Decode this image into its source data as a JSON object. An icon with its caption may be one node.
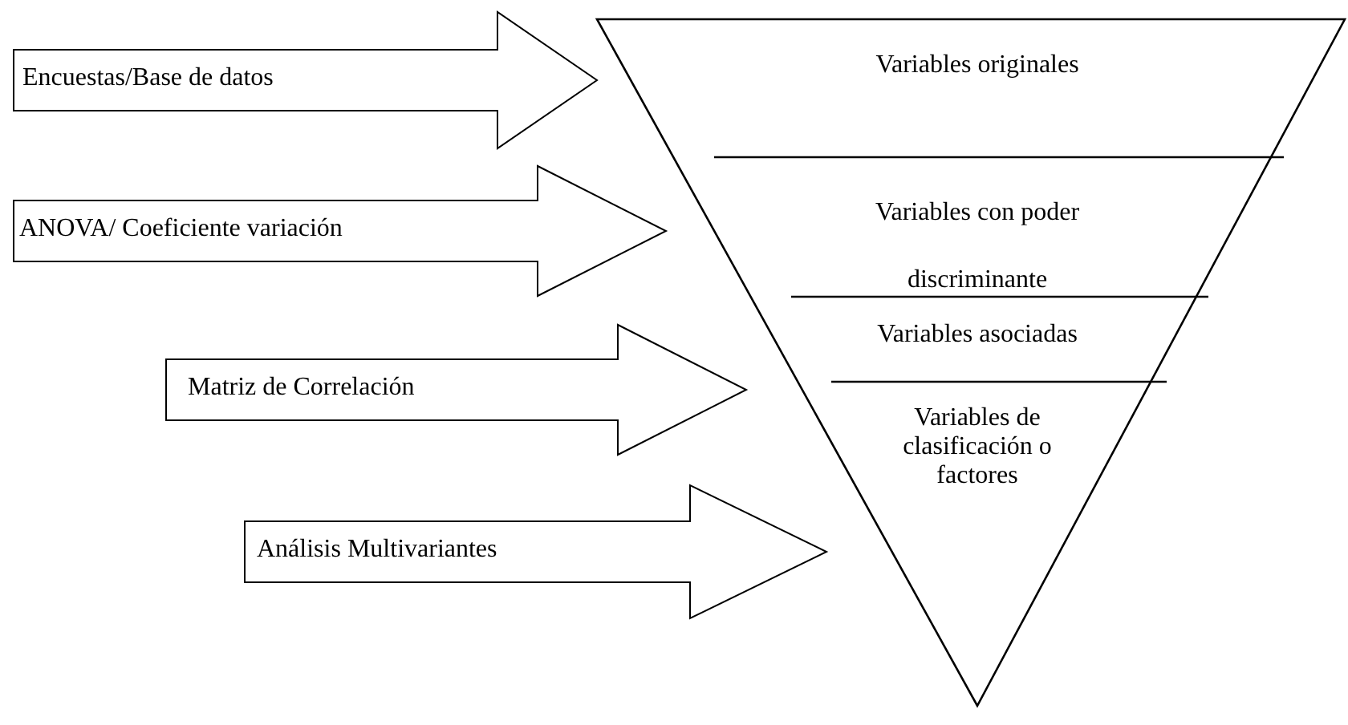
{
  "diagram": {
    "nodes": [
      {
        "text": [
          "Encuestas/Base de datos"
        ]
      },
      {
        "text": [
          "ANOVA/ Coeficiente variación"
        ]
      },
      {
        "text": [
          "Matriz de Correlación"
        ]
      },
      {
        "text": [
          "Análisis Multivariantes"
        ]
      },
      {
        "text": [],
        "shape": "triangle"
      },
      {
        "text": [
          "Variables originales"
        ],
        "in": 4
      },
      {
        "text": [
          "Variables con poder discriminante"
        ],
        "in": 4
      },
      {
        "text": [
          "Variables asociadas"
        ],
        "in": 4
      },
      {
        "text": [
          "Variables de clasificación o factores"
        ],
        "in": 4
      }
    ]
  }
}
